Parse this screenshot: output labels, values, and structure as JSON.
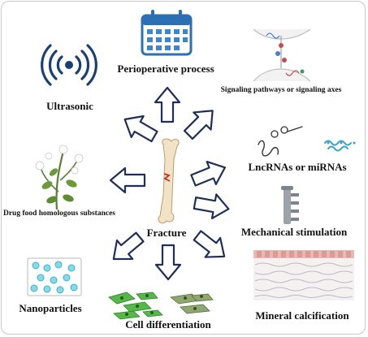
{
  "center": {
    "label": "Fracture"
  },
  "nodes": {
    "perioperative": {
      "label": "Perioperative process",
      "icon": "calendar-icon"
    },
    "signaling": {
      "label": "Signaling pathways or signaling axes",
      "icon": "cell-junction-signaling-icon"
    },
    "ultrasonic": {
      "label": "Ultrasonic",
      "icon": "ultrasound-wave-icon"
    },
    "lncrna": {
      "label": "LncRNAs or miRNAs",
      "icon": "rna-strand-icon"
    },
    "drug_food": {
      "label": "Drug food homologous substances",
      "icon": "cotton-plant-icon"
    },
    "mechanical": {
      "label": "Mechanical stimulation",
      "icon": "stimulation-device-icon"
    },
    "nanoparticles": {
      "label": "Nanoparticles",
      "icon": "nanoparticle-panel-icon"
    },
    "cell_diff": {
      "label": "Cell differentiation",
      "icon": "differentiated-cells-icon"
    },
    "mineral": {
      "label": "Mineral calcification",
      "icon": "tissue-layer-icon"
    }
  },
  "colors": {
    "arrow_stroke": "#1f2f57",
    "calendar_blue": "#2d6fb3",
    "ultrasonic_blue": "#1b3f70",
    "nanoparticle_cyan": "#2fb6c9",
    "cell_green": "#57b84a",
    "tissue_pink": "#e7b9b4"
  }
}
